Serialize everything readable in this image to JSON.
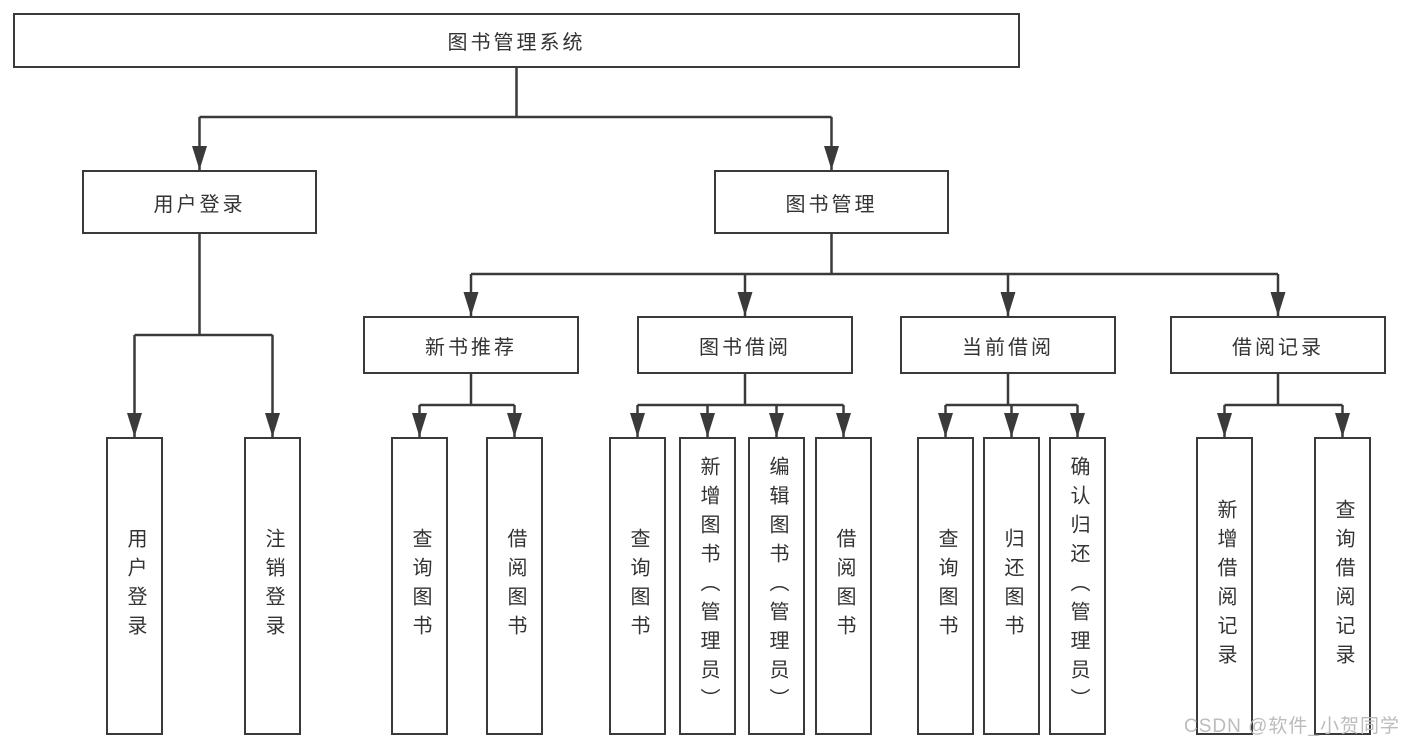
{
  "colors": {
    "background": "#ffffff",
    "line": "#3a3a3a",
    "box_border": "#3a3a3a",
    "text": "#333333",
    "watermark": "#bcbcbc"
  },
  "watermark": {
    "text": "CSDN @软件_小贺同学"
  },
  "tree": {
    "label": "图书管理系统",
    "children": [
      {
        "label": "用户登录",
        "children": [
          {
            "label": "用户登录"
          },
          {
            "label": "注销登录"
          }
        ]
      },
      {
        "label": "图书管理",
        "children": [
          {
            "label": "新书推荐",
            "children": [
              {
                "label": "查询图书"
              },
              {
                "label": "借阅图书"
              }
            ]
          },
          {
            "label": "图书借阅",
            "children": [
              {
                "label": "查询图书"
              },
              {
                "label": "新增图书（管理员）"
              },
              {
                "label": "编辑图书（管理员）"
              },
              {
                "label": "借阅图书"
              }
            ]
          },
          {
            "label": "当前借阅",
            "children": [
              {
                "label": "查询图书"
              },
              {
                "label": "归还图书"
              },
              {
                "label": "确认归还（管理员）"
              }
            ]
          },
          {
            "label": "借阅记录",
            "children": [
              {
                "label": "新增借阅记录"
              },
              {
                "label": "查询借阅记录"
              }
            ]
          }
        ]
      }
    ]
  }
}
